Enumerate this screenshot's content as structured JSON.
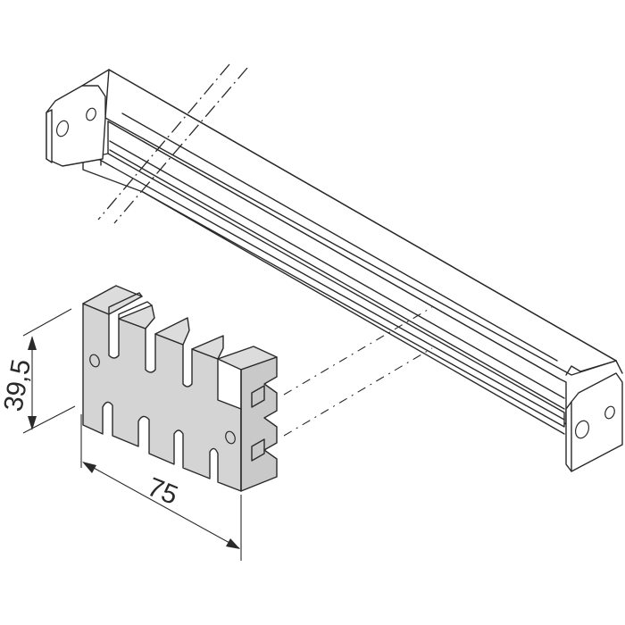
{
  "figure": {
    "type": "isometric technical drawing",
    "parts": [
      "mounting-rail",
      "comb-cable-holder"
    ]
  },
  "dimensions": {
    "height_label": "39,5",
    "width_label": "75"
  },
  "colors": {
    "line": "#2a2a2a",
    "part_fill": "#d4d4d4",
    "background": "#ffffff"
  }
}
